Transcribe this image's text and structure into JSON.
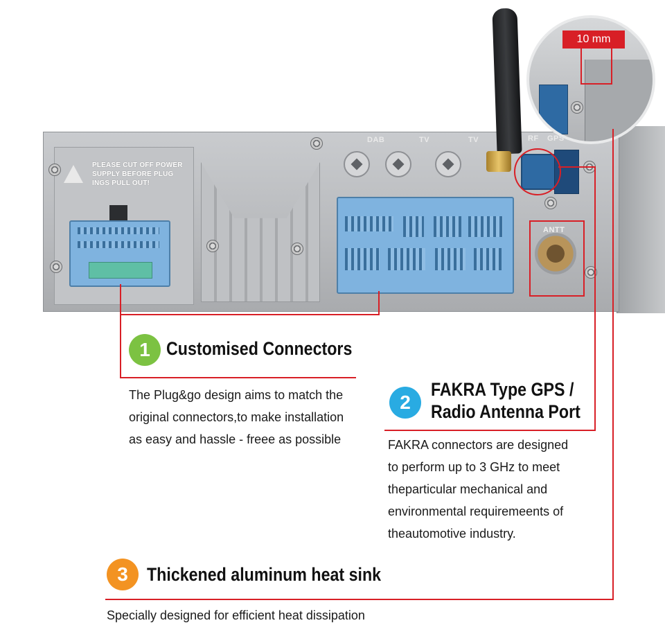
{
  "photo": {
    "warning_lines": [
      "PLEASE CUT OFF POWER",
      "SUPPLY BEFORE PLUG",
      "INGS PULL OUT!"
    ],
    "port_labels": [
      "DAB",
      "TV",
      "TV",
      "RF",
      "GPS"
    ],
    "antt_label": "ANTT",
    "measure_label": "10 mm"
  },
  "callouts": [
    {
      "number": "1",
      "badge_color": "#7cc242",
      "title": "Customised Connectors",
      "body_lines": [
        "The Plug&go design aims to match the",
        "original connectors,to make installation",
        "as easy and hassle - freee as possible"
      ]
    },
    {
      "number": "2",
      "badge_color": "#29abe2",
      "title_lines": [
        "FAKRA Type GPS /",
        "Radio Antenna Port"
      ],
      "body_lines": [
        "FAKRA connectors are designed",
        "to perform up to 3 GHz to meet",
        "theparticular mechanical and",
        "environmental requiremeents  of",
        "theautomotive industry."
      ]
    },
    {
      "number": "3",
      "badge_color": "#f39322",
      "title": "Thickened aluminum heat sink",
      "body_lines": [
        "Specially designed for efficient heat dissipation"
      ]
    }
  ],
  "colors": {
    "accent_line": "#d81f26",
    "connector_blue": "#7fb3df"
  }
}
